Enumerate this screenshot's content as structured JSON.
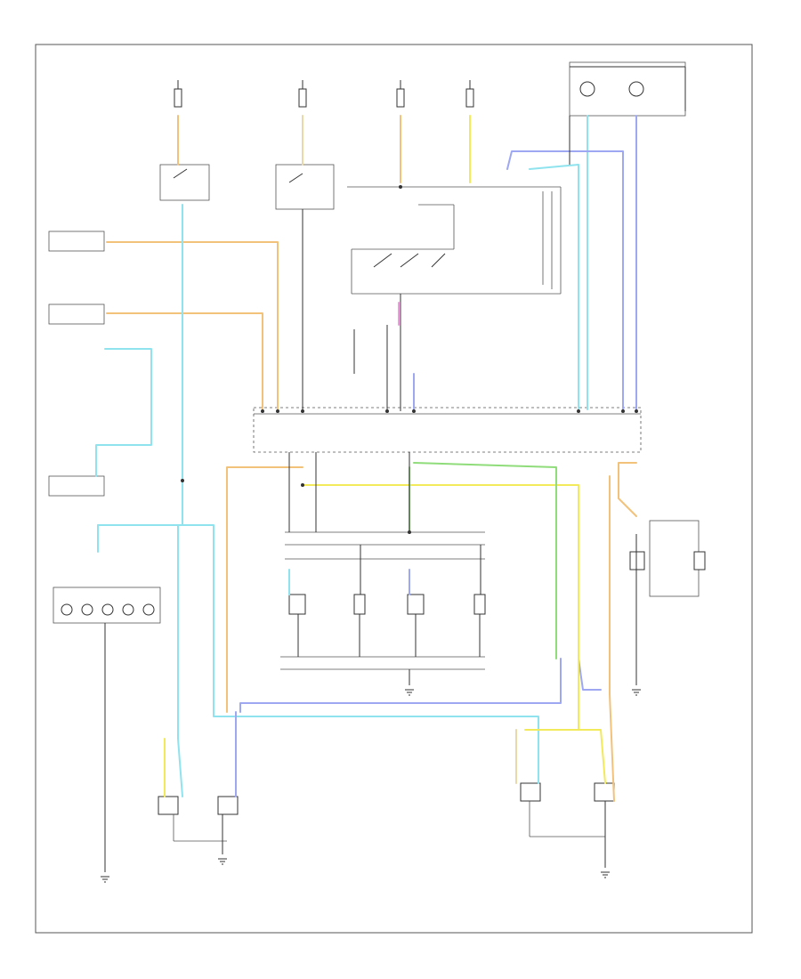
{
  "diagram": {
    "footer_code": "",
    "colors": {
      "orange": "#f2c27a",
      "light_blue": "#8fe3ee",
      "blue": "#9ea7f2",
      "yellow": "#f2ea5a",
      "green": "#8fdc7a",
      "pink": "#f29ae0",
      "tan": "#e9d9a8",
      "black": "#333333"
    },
    "fuses": [
      {
        "id": "fuse-1"
      },
      {
        "id": "fuse-2"
      },
      {
        "id": "fuse-3"
      },
      {
        "id": "fuse-4"
      }
    ],
    "lamps": [
      {
        "id": "lamp-left-front-park"
      },
      {
        "id": "lamp-left-front-turn"
      },
      {
        "id": "lamp-right-front-park"
      },
      {
        "id": "lamp-right-front-turn"
      },
      {
        "id": "lamp-left-rear-stop"
      },
      {
        "id": "lamp-left-rear-turn"
      },
      {
        "id": "lamp-right-rear-stop"
      },
      {
        "id": "lamp-right-rear-turn"
      },
      {
        "id": "lamp-cargo"
      },
      {
        "id": "lamp-center-high-stop"
      }
    ],
    "grounds": [
      {
        "id": "ground-1"
      },
      {
        "id": "ground-2"
      },
      {
        "id": "ground-3"
      },
      {
        "id": "ground-4"
      },
      {
        "id": "ground-5"
      }
    ]
  }
}
